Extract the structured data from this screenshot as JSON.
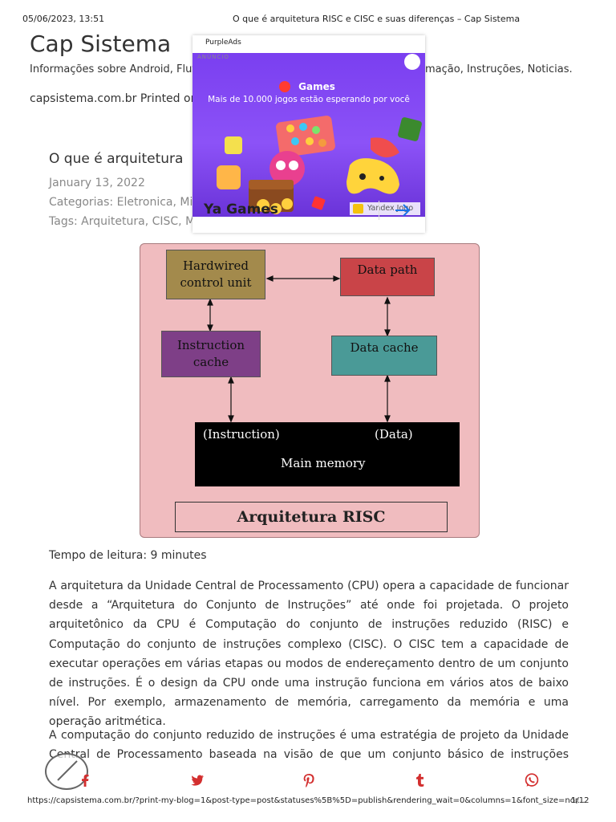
{
  "print_header": {
    "datetime": "05/06/2023, 13:51",
    "page_title": "O que é arquitetura RISC e CISC e suas diferenças – Cap Sistema"
  },
  "site": {
    "title": "Cap Sistema",
    "tagline": "Informações sobre Android, Flutt",
    "tagline_tail": "mação, Instruções, Noticias.",
    "printed_on": "capsistema.com.br Printed on"
  },
  "ad": {
    "brand": "PurpleAds",
    "label": "ANÚNCIO",
    "banner_brand": "Games",
    "banner_tagline": "Mais de 10.000 jogos estão esperando por você",
    "source": "Yandex Jogo",
    "name": "Ya Games",
    "arrow_icon": "arrow-right-icon",
    "close_icon": "close-icon"
  },
  "post": {
    "title": "O que é arquitetura",
    "date": "January 13, 2022",
    "categories": "Categorias: Eletronica, Micr",
    "tags": "Tags: Arquitetura, CISC, Mic"
  },
  "diagram": {
    "hardwired": "Hardwired\ncontrol unit",
    "data_path": "Data path",
    "instruction_cache": "Instruction\ncache",
    "data_cache": "Data cache",
    "mem_instruction": "(Instruction)",
    "mem_data": "(Data)",
    "main_memory": "Main memory",
    "caption": "Arquitetura RISC",
    "colors": {
      "background": "#f0bcbf",
      "hardwired": "#a38a4c",
      "data_path": "#c94448",
      "instruction_cache": "#7e3f87",
      "data_cache": "#4a9a97",
      "memory": "#000000"
    }
  },
  "body": {
    "reading_time": "Tempo de leitura: 9 minutes",
    "paragraphs": [
      "A arquitetura da Unidade Central de Processamento (CPU) opera a capacidade de funcionar desde a “Arquitetura do Conjunto de Instruções” até onde foi projetada. O projeto arquitetônico da CPU é Computação do conjunto de instruções reduzido (RISC) e Computação do conjunto de instruções complexo (CISC). O CISC tem a capacidade de executar operações em várias etapas ou modos de endereçamento dentro de um conjunto de instruções. É o design da CPU onde uma instrução funciona em vários atos de baixo nível. Por exemplo, armazenamento de memória, carregamento da memória e uma operação aritmética.",
      "A computação do conjunto reduzido de instruções é uma estratégia de projeto da Unidade Central de Processamento baseada na visão de que um conjunto básico de instruções oferece"
    ]
  },
  "share": {
    "icons": [
      "facebook-icon",
      "twitter-icon",
      "pinterest-icon",
      "tumblr-icon",
      "whatsapp-icon"
    ],
    "color": "#d32f2f"
  },
  "footer": {
    "url": "https://capsistema.com.br/?print-my-blog=1&post-type=post&statuses%5B%5D=publish&rendering_wait=0&columns=1&font_size=nor...",
    "page": "1/12"
  }
}
